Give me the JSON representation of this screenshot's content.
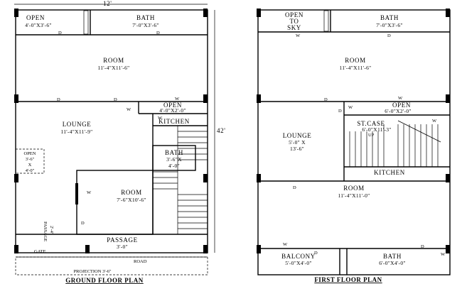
{
  "ground": {
    "width_dim": "12'",
    "depth_dim": "42'",
    "title": "GROUND FLOOR PLAN",
    "open": {
      "name": "OPEN",
      "size": "4'-0\"X3'-6\""
    },
    "bath_top": {
      "name": "BATH",
      "size": "7'-0\"X3'-6\""
    },
    "room_top": {
      "name": "ROOM",
      "size": "11'-4\"X11'-6\""
    },
    "open_small": {
      "name": "OPEN",
      "size": "4'-0\"X2'-0\""
    },
    "kitchen": "KITCHEN",
    "lounge": {
      "name": "LOUNGE",
      "size": "11'-4\"X11'-9\""
    },
    "open_side": {
      "name": "OPEN",
      "l2": "3'-6\"",
      "l3": "X",
      "l4": "4'-0\""
    },
    "bath_mid": {
      "name": "BATH",
      "l2": "3'-6\"X",
      "l3": "4'-0\""
    },
    "room_mid": {
      "name": "ROOM",
      "size": "7'-6\"X10'-6\""
    },
    "passage_v": {
      "name": "PASSAGE",
      "size": "2'-4\""
    },
    "passage_h": {
      "name": "PASSAGE",
      "size": "3'-0\""
    },
    "gate": "GATE",
    "road": "ROAD",
    "projection": "PROJECTION 3'-6\"",
    "door": "D",
    "window": "W"
  },
  "first": {
    "title": "FIRST FLOOR PLAN",
    "open_sky": {
      "l1": "OPEN",
      "l2": "TO",
      "l3": "SKY"
    },
    "bath_top": {
      "name": "BATH",
      "size": "7'-0\"X3'-6\""
    },
    "room_top": {
      "name": "ROOM",
      "size": "11'-4\"X11'-6\""
    },
    "open_small": {
      "name": "OPEN",
      "size": "6'-0\"X2'-0\""
    },
    "stcase": {
      "name": "ST.CASE",
      "size": "6'-0\"X11'-3\"",
      "up": "UP"
    },
    "lounge": {
      "name": "LOUNGE",
      "l2": "5'-0\" X",
      "l3": "13'-6\""
    },
    "kitchen": "KITCHEN",
    "room_bottom": {
      "name": "ROOM",
      "size": "11'-4\"X11'-0\""
    },
    "balcony": {
      "name": "BALCONY",
      "size": "5'-0\"X4'-0\""
    },
    "bath_bottom": {
      "name": "BATH",
      "size": "6'-0\"X4'-0\""
    },
    "door": "D",
    "window": "W"
  }
}
